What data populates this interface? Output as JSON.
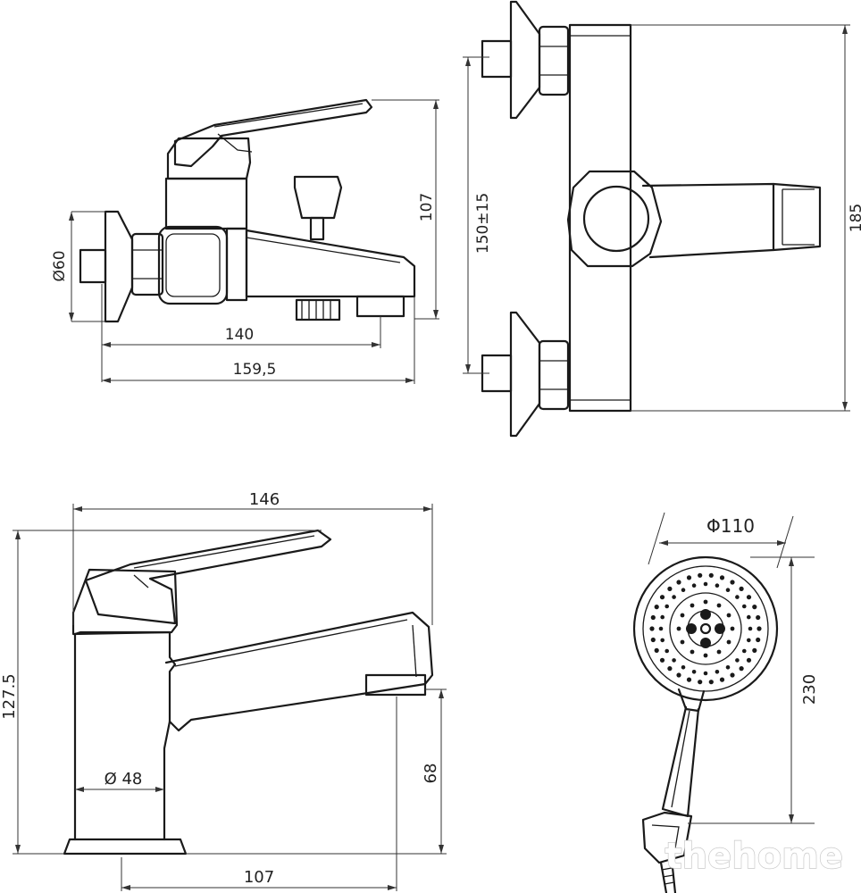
{
  "diagram": {
    "view_top_left": {
      "dims": {
        "height": "107",
        "flange_diameter": "Ø60",
        "spout_reach": "140",
        "overall_length": "159,5"
      }
    },
    "view_top_right": {
      "dims": {
        "center_distance": "150±15",
        "height": "185"
      }
    },
    "view_bottom_left": {
      "dims": {
        "width": "146",
        "height": "127.5",
        "base_diameter": "Ø 48",
        "spout_height": "68",
        "spout_reach": "107"
      }
    },
    "view_bottom_right": {
      "dims": {
        "head_diameter": "Φ110",
        "length": "230"
      }
    }
  },
  "watermark": "thehome"
}
